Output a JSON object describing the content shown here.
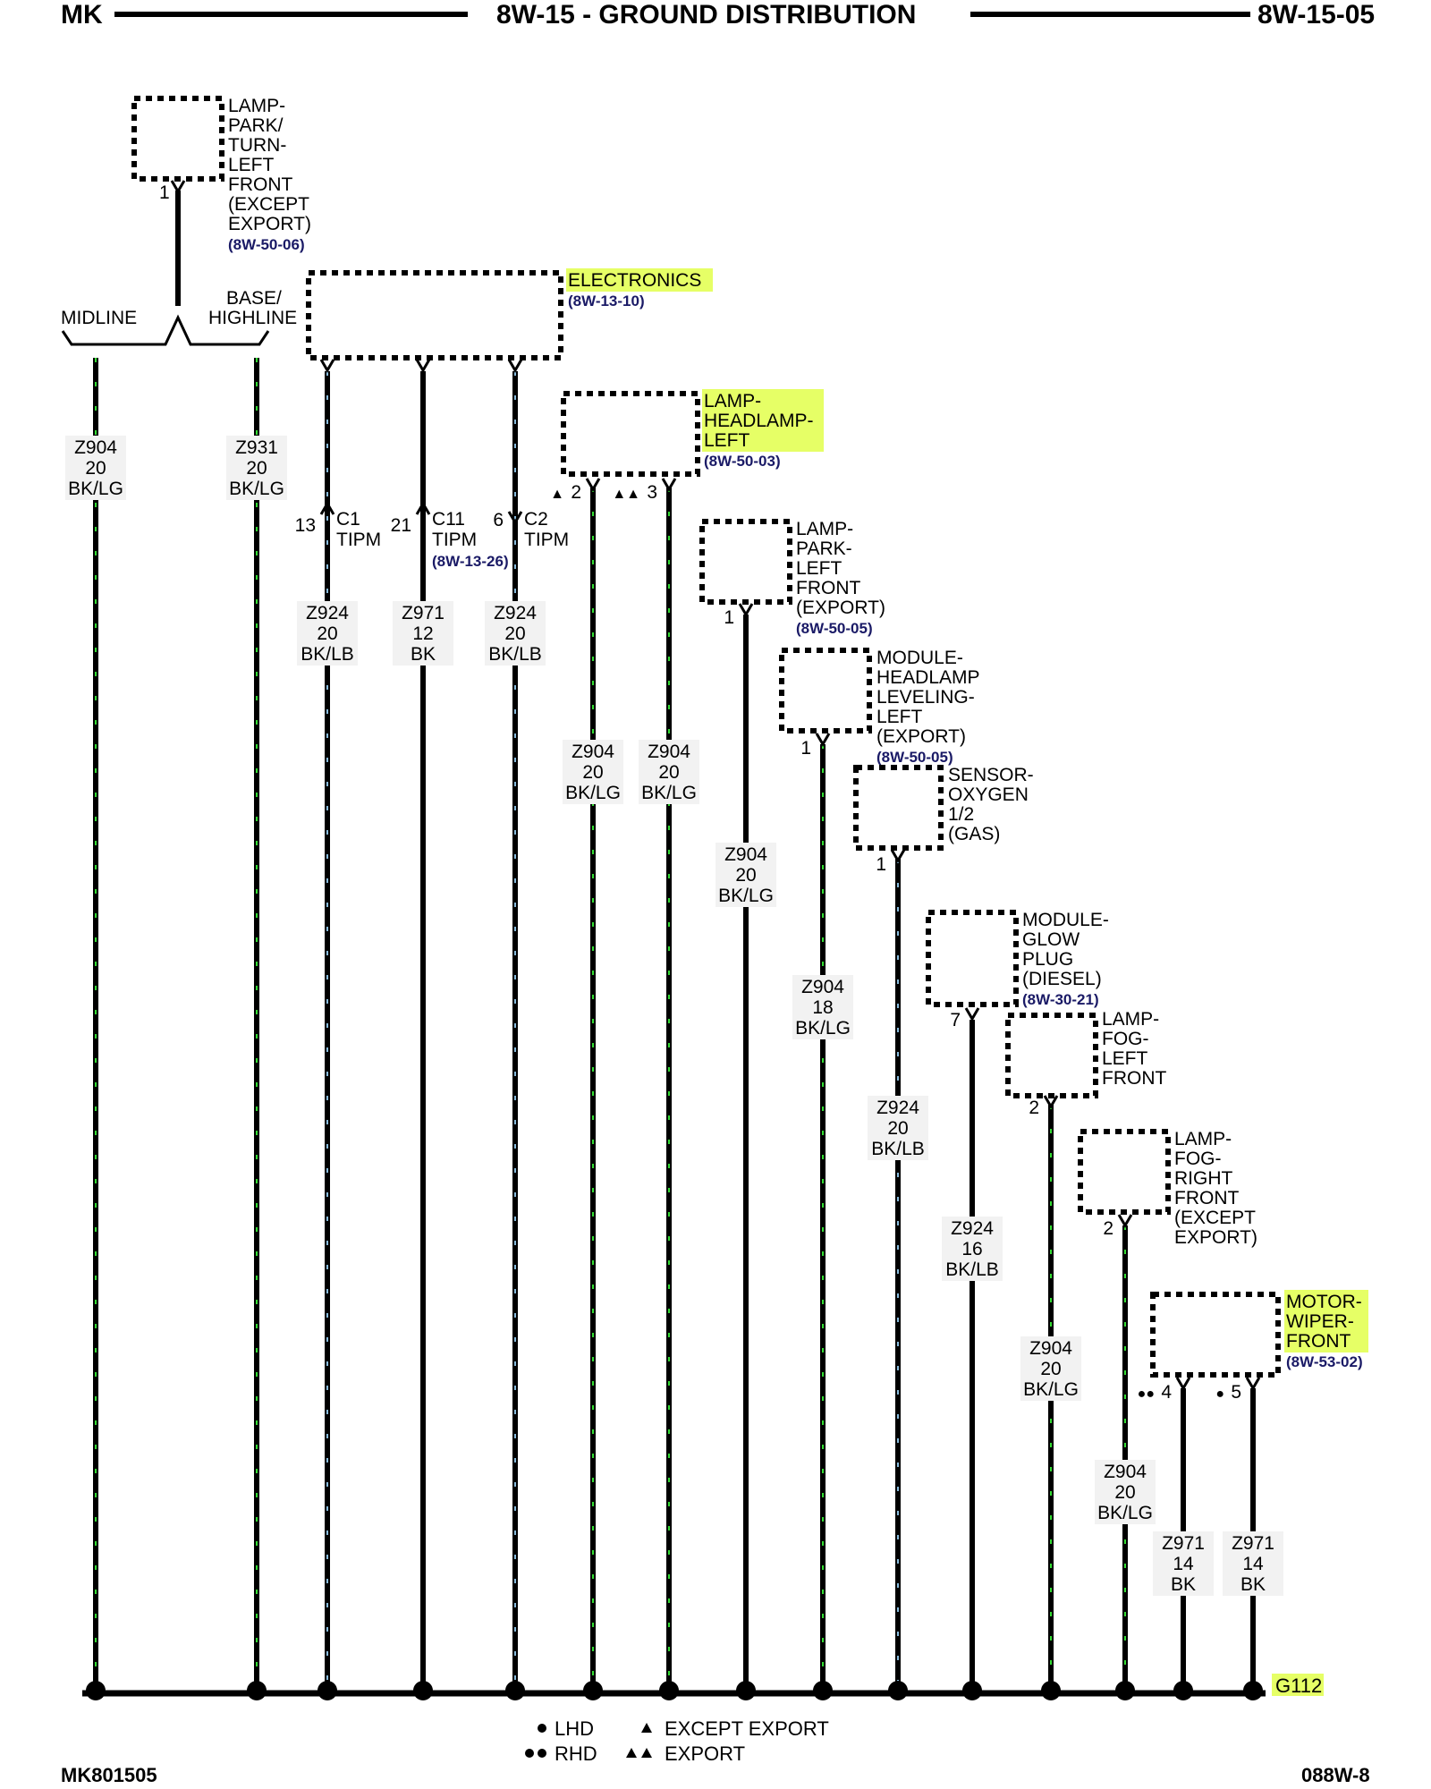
{
  "header": {
    "left": "MK",
    "title": "8W-15 - GROUND DISTRIBUTION",
    "right": "8W-15-05"
  },
  "footer": {
    "left": "MK801505",
    "right": "088W-8"
  },
  "ground": {
    "label": "G112",
    "highlight": "#e6ff66"
  },
  "legend": {
    "lhd": "LHD",
    "rhd": "RHD",
    "except_export": "EXCEPT EXPORT",
    "export": "EXPORT"
  },
  "splice": {
    "left": "MIDLINE",
    "right": [
      "BASE/",
      "HIGHLINE"
    ]
  },
  "wires": [
    {
      "id": "w1",
      "circuit": [
        "Z904",
        "20",
        "BK/LG"
      ]
    },
    {
      "id": "w2",
      "circuit": [
        "Z931",
        "20",
        "BK/LG"
      ]
    },
    {
      "id": "w3",
      "circuit": [
        "Z924",
        "20",
        "BK/LB"
      ],
      "pin": "13",
      "connector": [
        "C1",
        "TIPM"
      ]
    },
    {
      "id": "w4",
      "circuit": [
        "Z971",
        "12",
        "BK"
      ],
      "pin": "21",
      "connector": [
        "C11",
        "TIPM"
      ],
      "ref": "(8W-13-26)"
    },
    {
      "id": "w5",
      "circuit": [
        "Z924",
        "20",
        "BK/LB"
      ],
      "pin": "6",
      "connector": [
        "C2",
        "TIPM"
      ]
    },
    {
      "id": "w6",
      "circuit": [
        "Z904",
        "20",
        "BK/LG"
      ],
      "pin": "2",
      "mark": "▲"
    },
    {
      "id": "w7",
      "circuit": [
        "Z904",
        "20",
        "BK/LG"
      ],
      "pin": "3",
      "mark": "▲▲"
    },
    {
      "id": "w8",
      "circuit": [
        "Z904",
        "20",
        "BK/LG"
      ],
      "pin": "1"
    },
    {
      "id": "w9",
      "circuit": [
        "Z904",
        "18",
        "BK/LG"
      ],
      "pin": "1"
    },
    {
      "id": "w10",
      "circuit": [
        "Z924",
        "20",
        "BK/LB"
      ],
      "pin": "1"
    },
    {
      "id": "w11",
      "circuit": [
        "Z924",
        "16",
        "BK/LB"
      ],
      "pin": "7"
    },
    {
      "id": "w12",
      "circuit": [
        "Z904",
        "20",
        "BK/LG"
      ],
      "pin": "2"
    },
    {
      "id": "w13",
      "circuit": [
        "Z904",
        "20",
        "BK/LG"
      ],
      "pin": "2"
    },
    {
      "id": "w14",
      "circuit": [
        "Z971",
        "14",
        "BK"
      ],
      "pin": "4",
      "mark": "●●"
    },
    {
      "id": "w15",
      "circuit": [
        "Z971",
        "14",
        "BK"
      ],
      "pin": "5",
      "mark": "●"
    }
  ],
  "components": [
    {
      "id": "c_park_turn",
      "lines": [
        "LAMP-",
        "PARK/",
        "TURN-",
        "LEFT",
        "FRONT",
        "(EXCEPT",
        "EXPORT)"
      ],
      "ref": "(8W-50-06)",
      "pin": "1",
      "highlight": false
    },
    {
      "id": "c_electronics",
      "lines": [
        "ELECTRONICS"
      ],
      "ref": "(8W-13-10)",
      "highlight": true
    },
    {
      "id": "c_headlamp",
      "lines": [
        "LAMP-",
        "HEADLAMP-",
        "LEFT"
      ],
      "ref": "(8W-50-03)",
      "highlight": true
    },
    {
      "id": "c_park_left",
      "lines": [
        "LAMP-",
        "PARK-",
        "LEFT",
        "FRONT",
        "(EXPORT)"
      ],
      "ref": "(8W-50-05)",
      "highlight": false
    },
    {
      "id": "c_hl_level",
      "lines": [
        "MODULE-",
        "HEADLAMP",
        "LEVELING-",
        "LEFT",
        "(EXPORT)"
      ],
      "ref": "(8W-50-05)",
      "highlight": false
    },
    {
      "id": "c_o2",
      "lines": [
        "SENSOR-",
        "OXYGEN",
        "1/2",
        "(GAS)"
      ],
      "ref": "",
      "highlight": false
    },
    {
      "id": "c_glow",
      "lines": [
        "MODULE-",
        "GLOW",
        "PLUG",
        "(DIESEL)"
      ],
      "ref": "(8W-30-21)",
      "highlight": false
    },
    {
      "id": "c_fog_left",
      "lines": [
        "LAMP-",
        "FOG-",
        "LEFT",
        "FRONT"
      ],
      "ref": "",
      "highlight": false
    },
    {
      "id": "c_fog_right",
      "lines": [
        "LAMP-",
        "FOG-",
        "RIGHT",
        "FRONT",
        "(EXCEPT",
        "EXPORT)"
      ],
      "ref": "",
      "highlight": false
    },
    {
      "id": "c_wiper",
      "lines": [
        "MOTOR-",
        "WIPER-",
        "FRONT"
      ],
      "ref": "(8W-53-02)",
      "highlight": true
    }
  ],
  "colors": {
    "wire": "#000000",
    "tracer_green": "#33dd33",
    "tracer_blue": "#88bbdd",
    "ref_text": "#1a1a66",
    "highlight": "#e6ff66",
    "label_bg": "#f2f2f2"
  }
}
